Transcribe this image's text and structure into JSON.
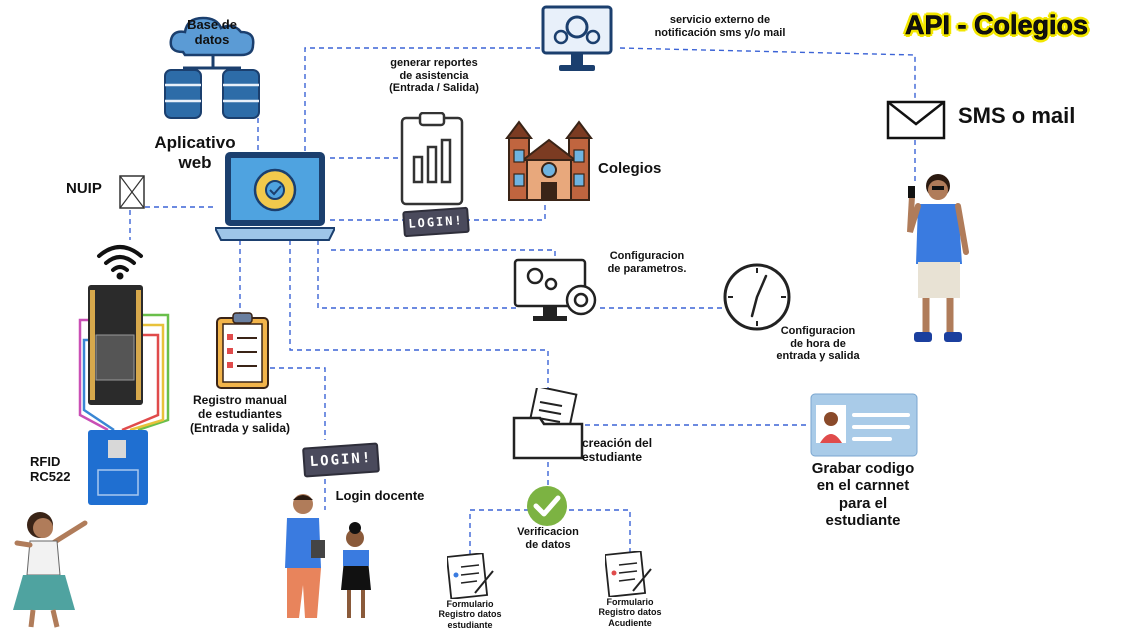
{
  "title": "API - Colegios",
  "nodes": {
    "database": "Base de\ndatos",
    "webapp": "Aplicativo\nweb",
    "nuip": "NUIP",
    "reports": "generar reportes\nde asistencia\n(Entrada / Salida)",
    "schools": "Colegios",
    "sms_service": "servicio externo de\nnotificación sms y/o mail",
    "sms_mail": "SMS o mail",
    "params": "Configuracion\nde  parametros.",
    "time_config": "Configuracion\nde hora de\nentrada y salida",
    "manual_register": "Registro manual\nde estudiantes\n(Entrada y salida)",
    "rfid": "RFID\nRC522",
    "login_teacher": "Login docente",
    "create_student": "creación del\nestudiante",
    "record_card": "Grabar codigo\nen el carnnet\npara el\nestudiante",
    "verification": "Verificacion\nde datos",
    "form_student": "Formulario\nRegistro datos\nestudiante",
    "form_guardian": "Formulario\nRegistro datos\nAcudiente"
  },
  "login_badges": [
    "LOGIN!",
    "LOGIN!"
  ],
  "colors": {
    "connector": "#3b63d6",
    "title_highlight": "#f2e600",
    "laptop": "#1e6fb0",
    "db": "#2d6ca8",
    "check": "#7cb342"
  }
}
